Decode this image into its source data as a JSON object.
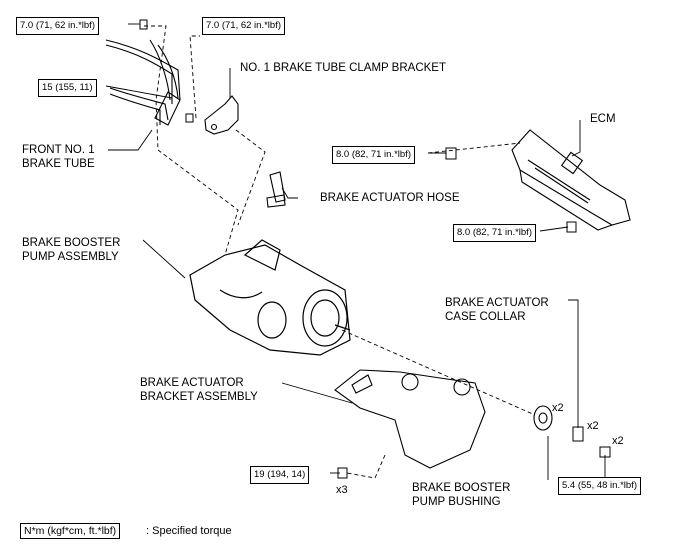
{
  "torques": {
    "t1": "7.0 (71, 62 in.*lbf)",
    "t2": "7.0 (71, 62 in.*lbf)",
    "t3": "15 (155, 11)",
    "t4": "8.0 (82, 71 in.*lbf)",
    "t5": "8.0 (82, 71 in.*lbf)",
    "t6": "19 (194, 14)",
    "t7": "5.4 (55, 48 in.*lbf)"
  },
  "labels": {
    "clamp_bracket": "NO. 1 BRAKE TUBE CLAMP BRACKET",
    "front_tube": "FRONT NO. 1\nBRAKE TUBE",
    "ecm": "ECM",
    "actuator_hose": "BRAKE ACTUATOR HOSE",
    "booster_pump": "BRAKE BOOSTER\nPUMP ASSEMBLY",
    "case_collar": "BRAKE ACTUATOR\nCASE COLLAR",
    "bracket_assembly": "BRAKE ACTUATOR\nBRACKET ASSEMBLY",
    "pump_bushing": "BRAKE BOOSTER\nPUMP BUSHING"
  },
  "multipliers": {
    "bushing": "x2",
    "collar": "x2",
    "nut": "x2",
    "bolt": "x3"
  },
  "legend": {
    "unit": "N*m (kgf*cm, ft.*lbf)",
    "text": ": Specified torque"
  }
}
